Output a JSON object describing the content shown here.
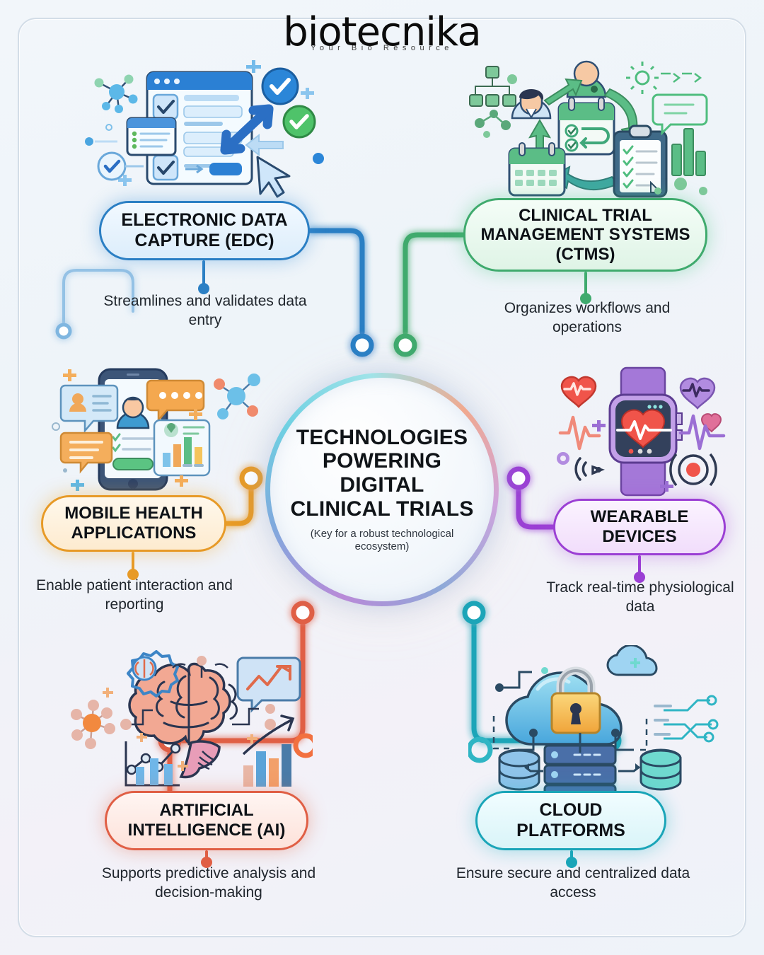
{
  "brand": {
    "name": "biotecnika",
    "tagline": "Your Bio Resource"
  },
  "center": {
    "title": "TECHNOLOGIES POWERING DIGITAL CLINICAL TRIALS",
    "subtitle": "(Key for a robust technological ecosystem)"
  },
  "nodes": [
    {
      "id": "edc",
      "label": "ELECTRONIC DATA CAPTURE (EDC)",
      "caption": "Streamlines and validates data entry",
      "color": "#2b7fc4"
    },
    {
      "id": "ctms",
      "label": "CLINICAL TRIAL MANAGEMENT SYSTEMS (CTMS)",
      "caption": "Organizes workflows and operations",
      "color": "#3faa6d"
    },
    {
      "id": "mhealth",
      "label": "MOBILE HEALTH APPLICATIONS",
      "caption": "Enable patient interaction and reporting",
      "color": "#e79a27"
    },
    {
      "id": "wearable",
      "label": "WEARABLE DEVICES",
      "caption": "Track real-time physiological data",
      "color": "#9b3fd4"
    },
    {
      "id": "ai",
      "label": "ARTIFICIAL INTELLIGENCE (AI)",
      "caption": "Supports predictive analysis and decision-making",
      "color": "#e05f45"
    },
    {
      "id": "cloud",
      "label": "CLOUD PLATFORMS",
      "caption": "Ensure secure and centralized data access",
      "color": "#1aa5b8"
    }
  ],
  "illustrations": {
    "edc": [
      "browser-window-icon",
      "form-checkbox-icon",
      "check-circle-icon",
      "double-arrow-icon",
      "cursor-icon",
      "molecule-icon"
    ],
    "ctms": [
      "person-avatar-icon",
      "calendar-icon",
      "clipboard-checklist-icon",
      "org-chart-icon",
      "bar-chart-icon",
      "speech-bubble-icon",
      "gear-icon",
      "workflow-arrow-icon"
    ],
    "mhealth": [
      "smartphone-icon",
      "chat-bubble-icon",
      "patient-profile-icon",
      "chart-card-icon",
      "molecule-icon"
    ],
    "wearable": [
      "smartwatch-icon",
      "heart-pulse-icon",
      "ecg-line-icon",
      "signal-wave-icon"
    ],
    "ai": [
      "brain-icon",
      "gear-brain-icon",
      "line-chart-icon",
      "bar-chart-icon",
      "trend-arrow-icon",
      "network-node-icon"
    ],
    "cloud": [
      "cloud-icon",
      "padlock-icon",
      "server-rack-icon",
      "database-icon",
      "circuit-trace-icon"
    ]
  }
}
